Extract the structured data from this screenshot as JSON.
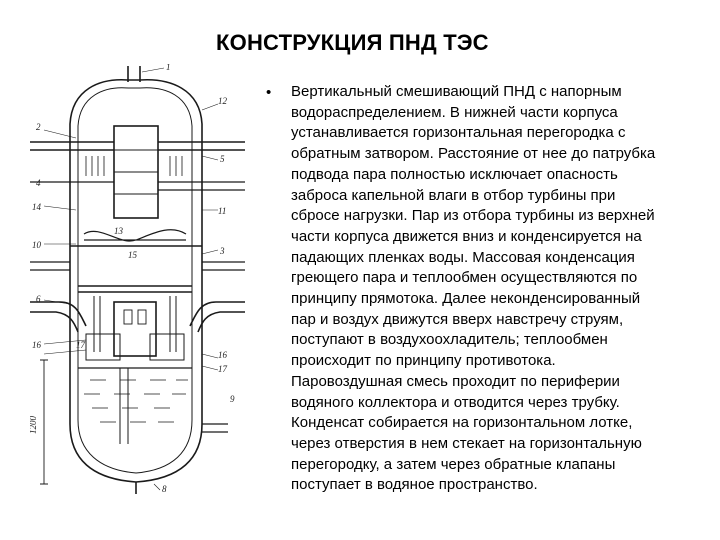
{
  "slide": {
    "title": "КОНСТРУКЦИЯ ПНД ТЭС",
    "bullet": "•",
    "paragraph_lines": [
      "Вертикальный смешивающий ПНД с напорным",
      "водораспределением. В нижней части корпуса",
      "устанавливается горизонтальная перегородка с",
      "обратным затвором. Расстояние от нее до патрубка",
      "подвода пара полностью исключает опасность",
      "заброса капельной влаги в отбор турбины при",
      "сбросе нагрузки. Пар из отбора турбины из верхней",
      "части корпуса движется вниз и конденсируется на",
      "падающих пленках воды. Массовая конденсация",
      "греющего пара и теплообмен осуществляются по",
      "принципу прямотока. Далее неконденсированный",
      "пар и воздух движутся вверх навстречу струям,",
      "поступают в воздухоохладитель; теплообмен",
      "происходит по принципу противотока.",
      "Паровоздушная смесь проходит по периферии",
      "водяного коллектора и отводится через трубку.",
      "Конденсат собирается на горизонтальном лотке,",
      "через отверстия в нем стекает на горизонтальную",
      "перегородку, а затем через обратные клапаны",
      "поступает в водяное пространство."
    ]
  },
  "diagram": {
    "labels": {
      "l1": "1",
      "l2": "2",
      "l3": "3",
      "l4": "4",
      "l5": "5",
      "l6": "6",
      "l8": "8",
      "l9": "9",
      "l10": "10",
      "l11": "11",
      "l12": "12",
      "l13": "13",
      "l14": "14",
      "l15": "15",
      "l16a": "16",
      "l16b": "16",
      "l17a": "17",
      "l17b": "17",
      "dim": "1200"
    }
  }
}
